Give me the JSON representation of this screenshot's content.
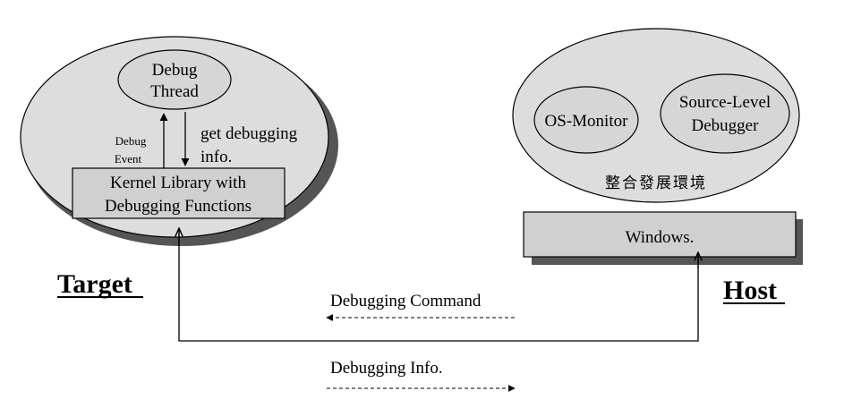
{
  "target": {
    "debug_thread": [
      "Debug",
      "Thread"
    ],
    "debug_event": [
      "Debug",
      "Event"
    ],
    "get_debugging_info": [
      "get debugging",
      "info."
    ],
    "kernel_library": [
      "Kernel Library with",
      "Debugging Functions"
    ],
    "title": "Target"
  },
  "host": {
    "os_monitor": "OS-Monitor",
    "source_level_debugger": [
      "Source-Level",
      "Debugger"
    ],
    "ide_label": "整合發展環境",
    "windows": "Windows.",
    "title": "Host"
  },
  "link": {
    "command_label": "Debugging Command",
    "info_label": "Debugging Info."
  },
  "colors": {
    "ellipse_fill": "#dddddd",
    "box_fill": "#d0d0d0",
    "shadow": "#555555",
    "stroke": "#000000"
  }
}
